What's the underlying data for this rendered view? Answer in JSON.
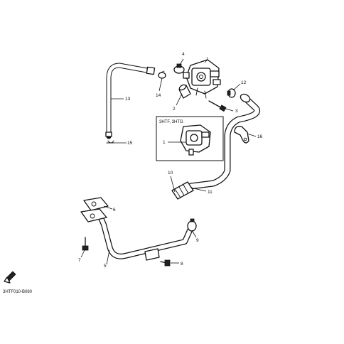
{
  "inset_label": "3HTF, 3HTG",
  "drawing_code": "3HTF010-B080",
  "callouts": {
    "c1": "1",
    "c1_inset": "1",
    "c2": "2",
    "c3": "3",
    "c4": "4",
    "c5": "5",
    "c6": "6",
    "c7": "7",
    "c8": "8",
    "c9": "9",
    "c10": "10",
    "c11": "11",
    "c12": "12",
    "c13": "13",
    "c14": "14",
    "c15": "15",
    "c16": "16"
  }
}
